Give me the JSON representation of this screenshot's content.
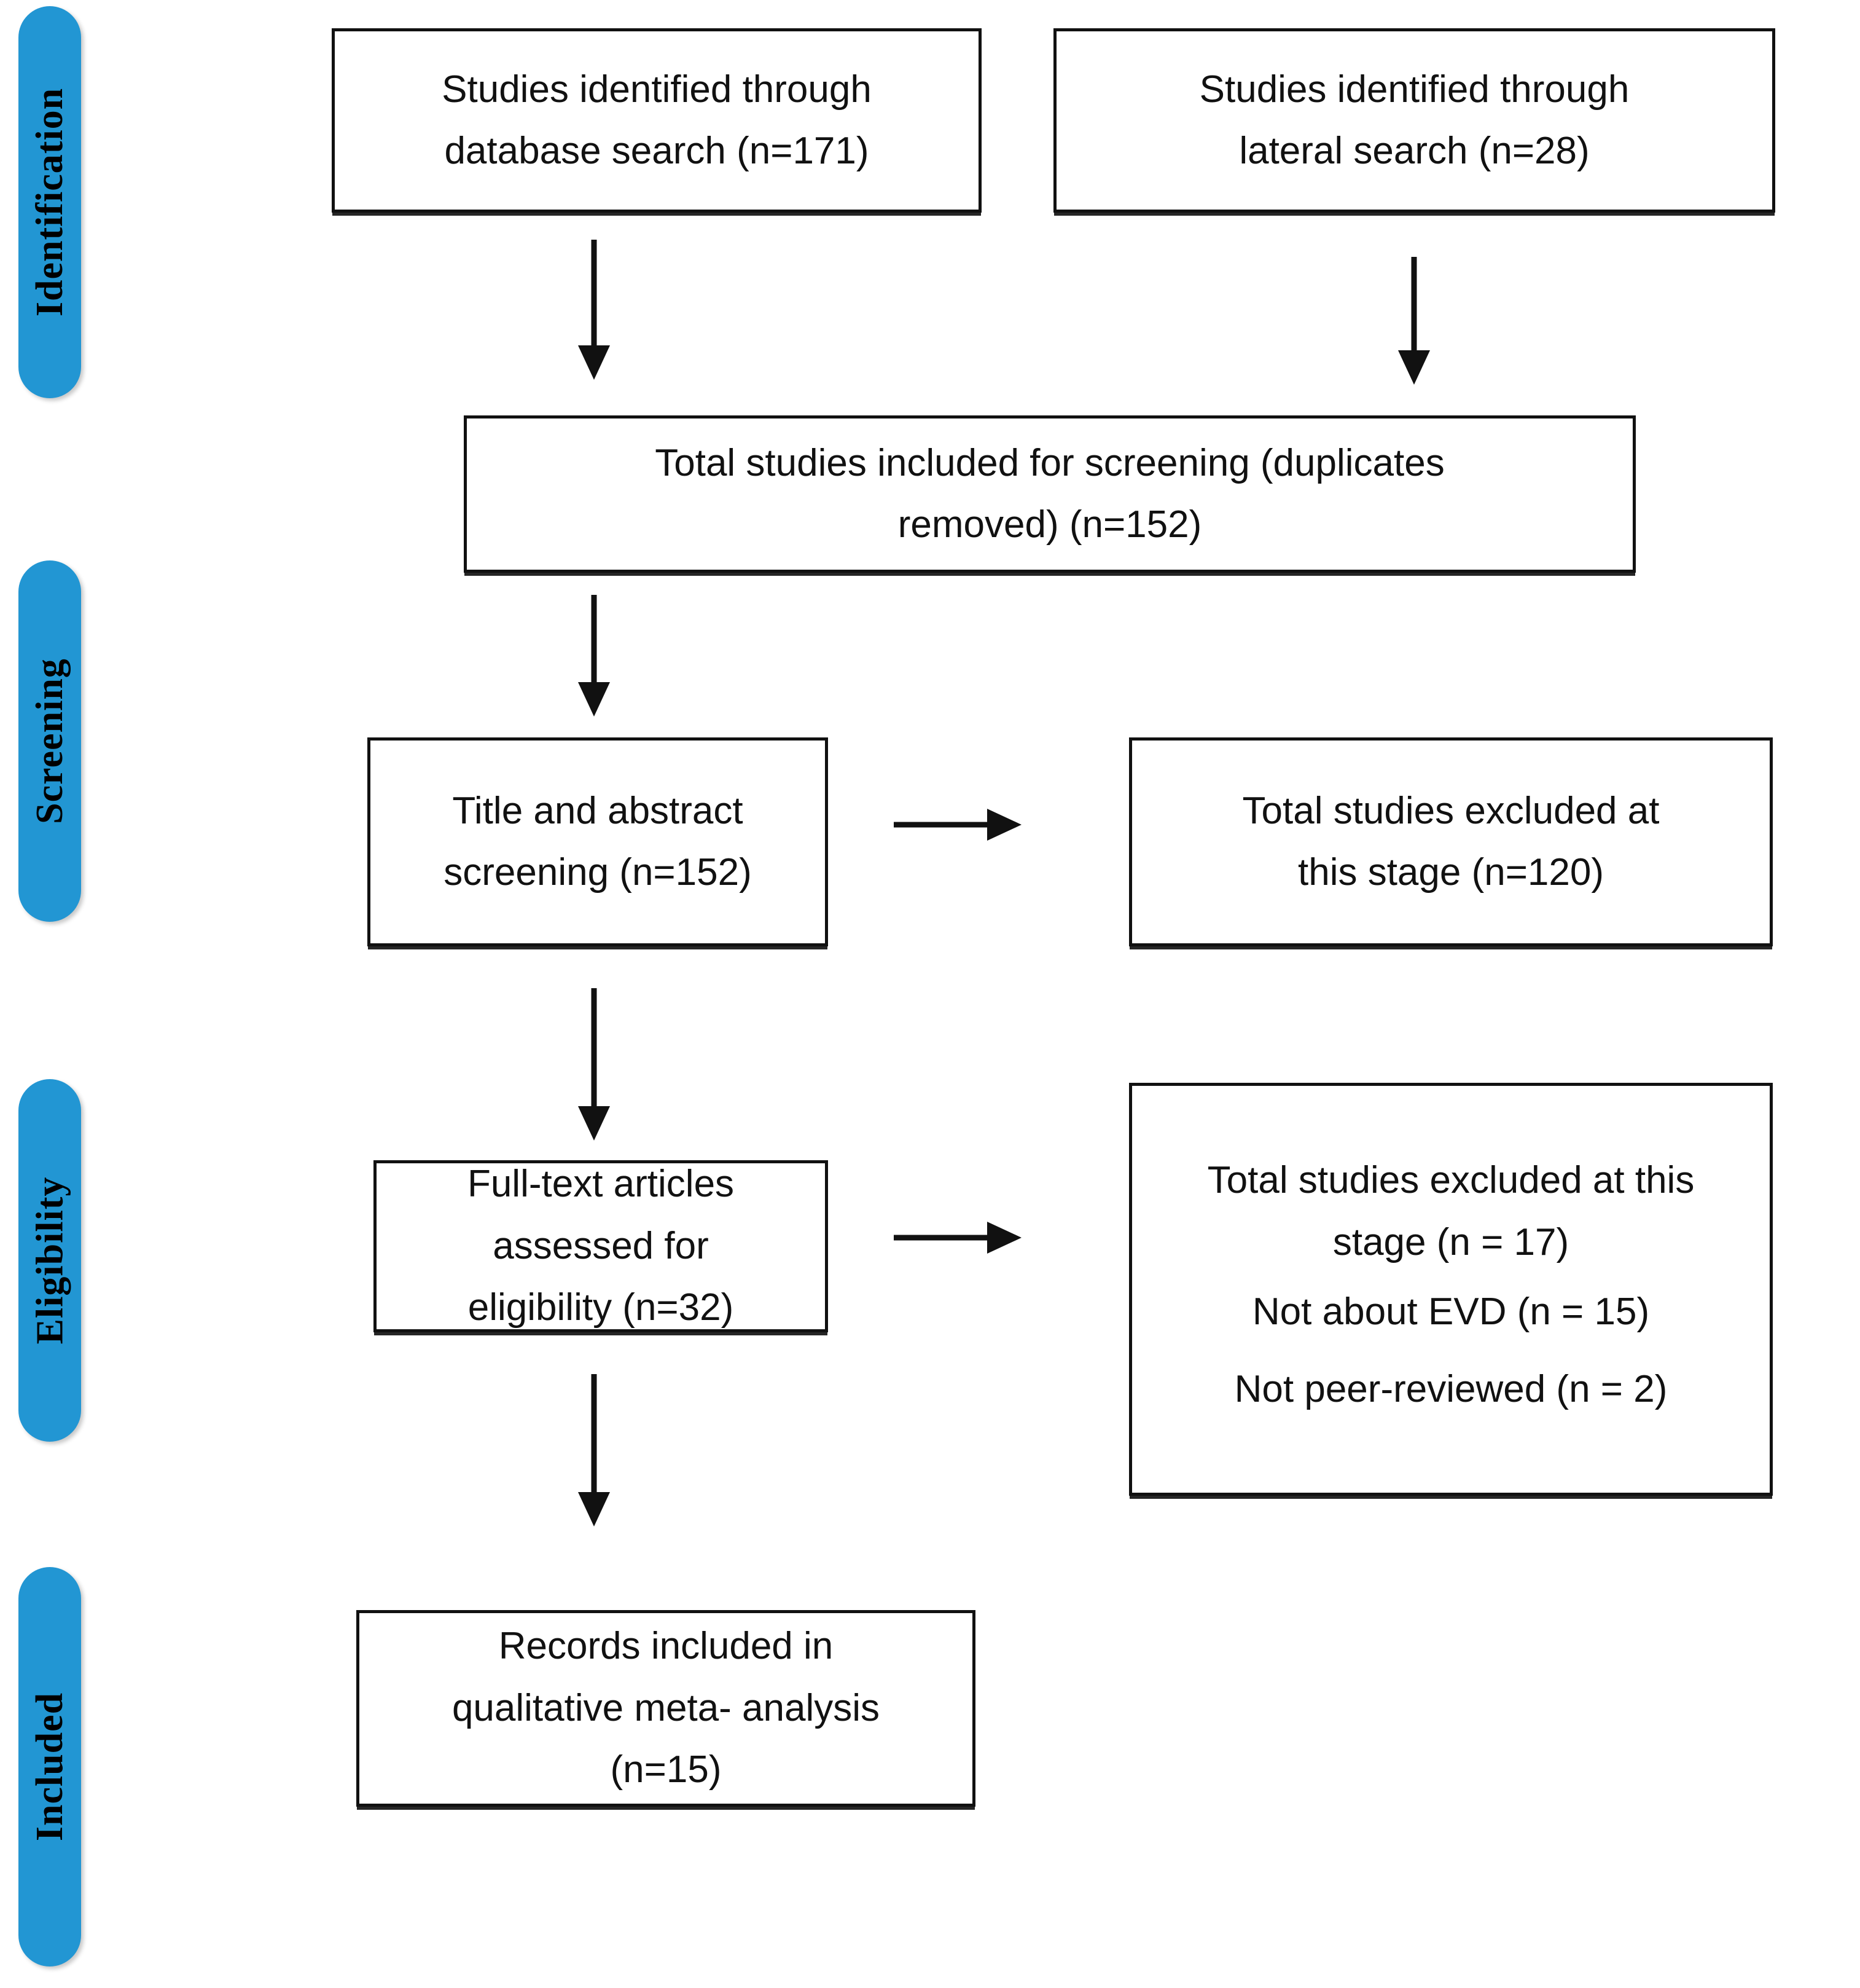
{
  "diagram": {
    "title": "PRISMA study selection flow diagram",
    "accent_color": "#2296d3",
    "line_color": "#111111",
    "background_color": "#ffffff"
  },
  "stages": [
    {
      "key": "identification",
      "label": "Identification"
    },
    {
      "key": "screening",
      "label": "Screening"
    },
    {
      "key": "eligibility",
      "label": "Eligibility"
    },
    {
      "key": "included",
      "label": "Included"
    }
  ],
  "boxes": {
    "database_search": {
      "line1": "Studies identified through",
      "line2": "database search (n=171)"
    },
    "lateral_search": {
      "line1": "Studies identified through",
      "line2": "lateral search (n=28)"
    },
    "total_screening": {
      "line1": "Total studies included for screening (duplicates",
      "line2": "removed)  (n=152)"
    },
    "title_abstract_screening": {
      "line1": "Title and abstract",
      "line2": "screening (n=152)"
    },
    "excluded_screening": {
      "line1": "Total studies excluded at",
      "line2": "this stage (n=120)"
    },
    "fulltext_eligibility": {
      "line1": "Full-text articles",
      "line2": "assessed for",
      "line3": "eligibility (n=32)"
    },
    "excluded_eligibility": {
      "line1": "Total studies excluded at this",
      "line2": "stage (n = 17)",
      "line3": "Not about EVD (n = 15)",
      "line4": "Not peer-reviewed (n = 2)"
    },
    "records_included": {
      "line1": "Records included in",
      "line2": "qualitative meta- analysis",
      "line3": "(n=15)"
    }
  },
  "arrows": [
    {
      "key": "db-to-total",
      "direction": "down",
      "from": "database_search",
      "to": "total_screening"
    },
    {
      "key": "lateral-to-total",
      "direction": "down",
      "from": "lateral_search",
      "to": "total_screening"
    },
    {
      "key": "total-to-title",
      "direction": "down",
      "from": "total_screening",
      "to": "title_abstract_screening"
    },
    {
      "key": "title-to-excluded",
      "direction": "right",
      "from": "title_abstract_screening",
      "to": "excluded_screening"
    },
    {
      "key": "title-to-fulltext",
      "direction": "down",
      "from": "title_abstract_screening",
      "to": "fulltext_eligibility"
    },
    {
      "key": "fulltext-to-excluded",
      "direction": "right",
      "from": "fulltext_eligibility",
      "to": "excluded_eligibility"
    },
    {
      "key": "fulltext-to-included",
      "direction": "down",
      "from": "fulltext_eligibility",
      "to": "records_included"
    }
  ]
}
